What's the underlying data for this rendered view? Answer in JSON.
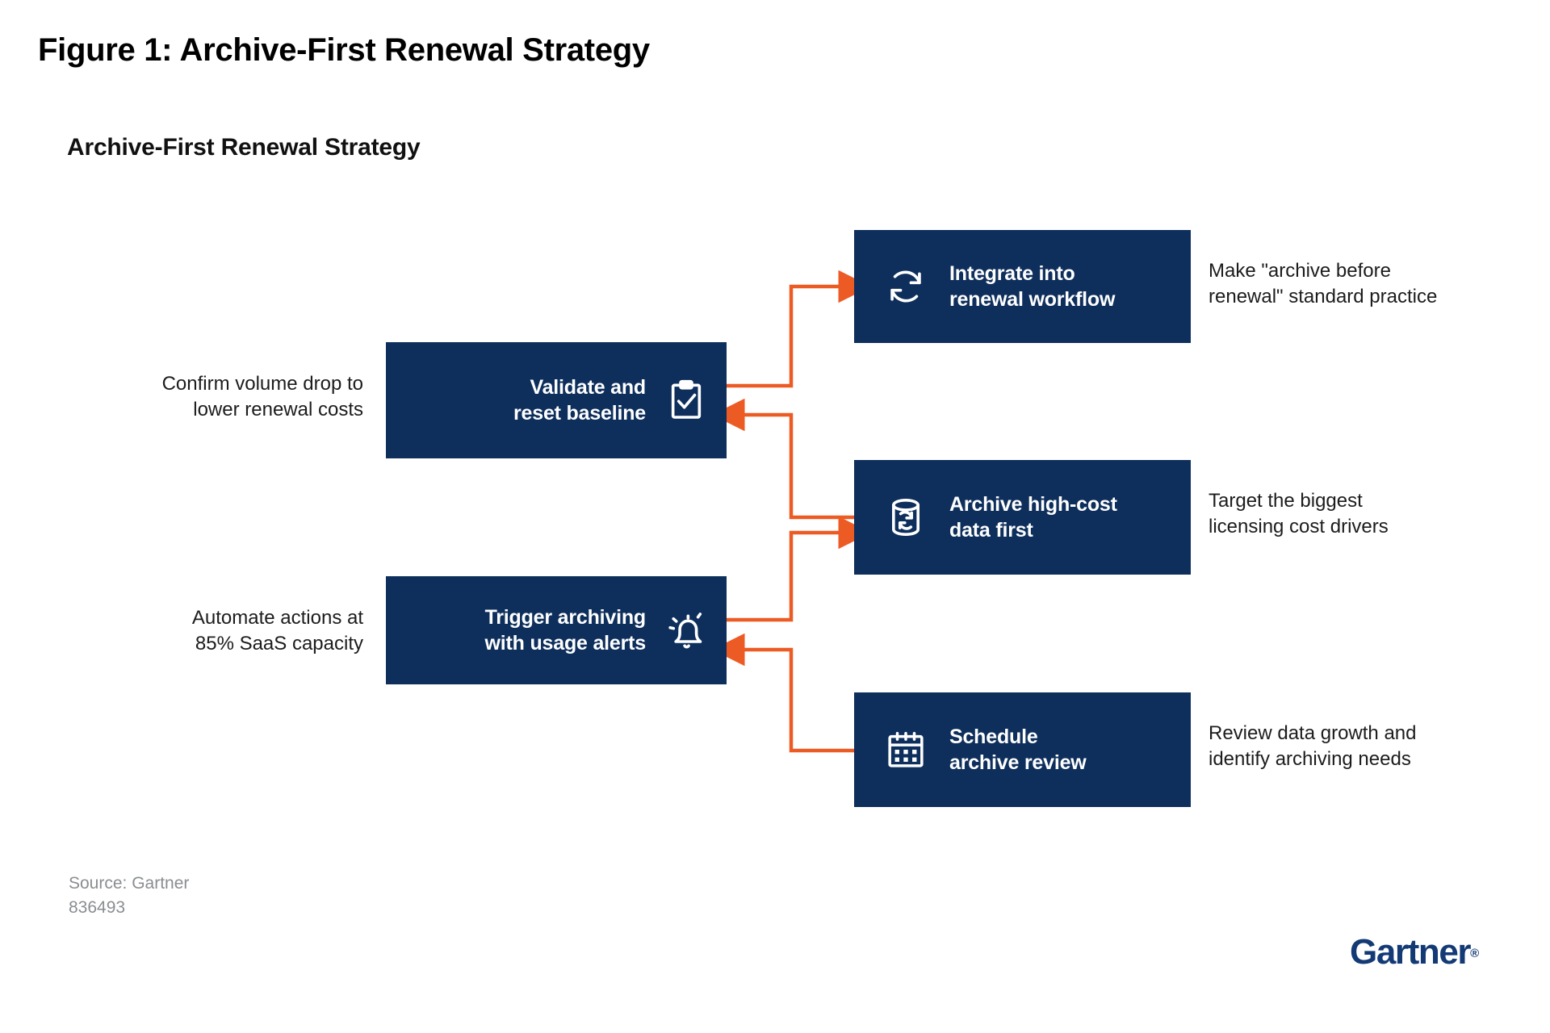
{
  "figure": {
    "figure_title": "Figure 1: Archive-First Renewal Strategy",
    "chart_title": "Archive-First Renewal Strategy"
  },
  "colors": {
    "box_navy": "#0e2f5c",
    "arrow_orange": "#ed5b25",
    "logo_navy": "#133a75",
    "caption_gray": "#8a8d91",
    "background": "#ffffff"
  },
  "left_nodes": [
    {
      "id": "validate-reset-baseline",
      "label": "Validate and\nreset baseline",
      "icon": "clipboard-check-icon",
      "caption": "Confirm volume drop to\nlower renewal costs"
    },
    {
      "id": "trigger-archiving-usage-alerts",
      "label": "Trigger archiving\nwith usage alerts",
      "icon": "bell-alert-icon",
      "caption": "Automate actions at\n85% SaaS capacity"
    }
  ],
  "right_nodes": [
    {
      "id": "integrate-renewal-workflow",
      "label": "Integrate into\nrenewal workflow",
      "icon": "refresh-cycle-icon",
      "caption": "Make \"archive before\nrenewal\" standard practice"
    },
    {
      "id": "archive-high-cost-data",
      "label": "Archive high-cost\ndata first",
      "icon": "database-sync-icon",
      "caption": "Target the biggest\nlicensing cost drivers"
    },
    {
      "id": "schedule-archive-review",
      "label": "Schedule\narchive review",
      "icon": "calendar-icon",
      "caption": "Review data growth and\nidentify archiving needs"
    }
  ],
  "connectors": [
    {
      "from": "validate-reset-baseline",
      "to": "integrate-renewal-workflow",
      "direction": "outbound"
    },
    {
      "from": "archive-high-cost-data",
      "to": "validate-reset-baseline",
      "direction": "inbound"
    },
    {
      "from": "trigger-archiving-usage-alerts",
      "to": "archive-high-cost-data",
      "direction": "outbound"
    },
    {
      "from": "schedule-archive-review",
      "to": "trigger-archiving-usage-alerts",
      "direction": "inbound"
    }
  ],
  "footer": {
    "source": "Source: Gartner\n836493",
    "logo_text": "Gartner",
    "logo_mark": "®"
  }
}
